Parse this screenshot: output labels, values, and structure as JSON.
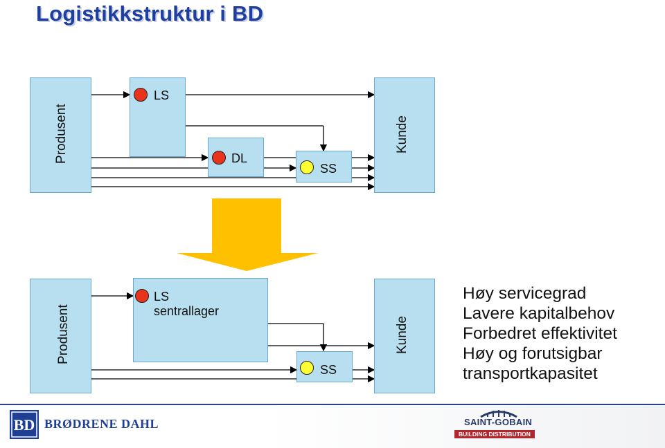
{
  "title": "Logistikkstruktur i BD",
  "top_diagram": {
    "produsent": "Produsent",
    "kunde": "Kunde",
    "ls": "LS",
    "dl": "DL",
    "ss": "SS"
  },
  "bottom_diagram": {
    "produsent": "Produsent",
    "kunde": "Kunde",
    "ls_line1": "LS",
    "ls_line2": "sentrallager",
    "ss": "SS"
  },
  "benefits": [
    "Høy servicegrad",
    "Lavere kapitalbehov",
    "Forbedret effektivitet",
    "Høy og forutsigbar",
    "transportkapasitet"
  ],
  "footer": {
    "bd_logo_text": "BRØDRENE DAHL",
    "sg_name": "SAINT-GOBAIN",
    "sg_sub": "BUILDING DISTRIBUTION"
  },
  "colors": {
    "box_fill": "#b7dff0",
    "arrow": "#ffc000",
    "title": "#1f3fa0",
    "red_node": "#e8331d",
    "yellow_node": "#ffff33"
  }
}
